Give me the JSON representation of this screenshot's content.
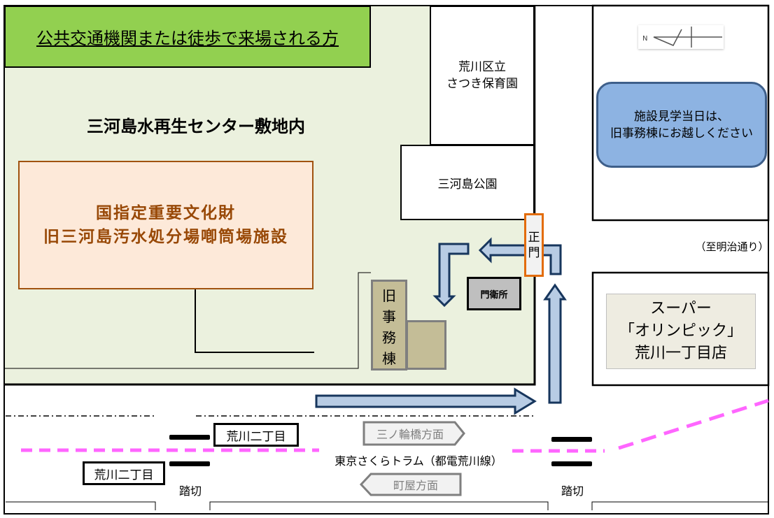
{
  "header": {
    "title": "公共交通機関または徒歩で来場される方"
  },
  "site": {
    "label": "三河島水再生センター敷地内"
  },
  "heritage": {
    "line1": "国指定重要文化財",
    "line2": "旧三河島汚水処分場喞筒場施設"
  },
  "nursery": {
    "line1": "荒川区立",
    "line2": "さつき保育園"
  },
  "park": {
    "label": "三河島公園"
  },
  "notice": {
    "line1": "施設見学当日は、",
    "line2": "旧事務棟にお越しください"
  },
  "compass": {
    "north_label": "N",
    "icon": "north-arrow-icon"
  },
  "main_gate": {
    "char1": "正",
    "char2": "門"
  },
  "guardhouse": {
    "label": "門衛所"
  },
  "old_office": {
    "chars": [
      "旧",
      "事",
      "務",
      "棟"
    ]
  },
  "supermarket": {
    "line1": "スーパー",
    "line2": "「オリンピック」",
    "line3": "荒川一丁目店"
  },
  "road": {
    "meiji_label": "（至明治通り）"
  },
  "tram": {
    "label": "東京さくらトラム（都電荒川線）",
    "stops": [
      "荒川二丁目",
      "荒川二丁目"
    ],
    "direction_east": "三ノ輪橋方面",
    "direction_west": "町屋方面",
    "line_color": "#ff66ff"
  },
  "crossings": [
    "踏切",
    "踏切"
  ],
  "colors": {
    "site_bg": "#ebf1de",
    "banner": "#92d050",
    "arrow_fill": "#b8cce4",
    "arrow_stroke": "#17365d",
    "heritage_text": "#984806",
    "gate_border": "#e36c0a"
  }
}
